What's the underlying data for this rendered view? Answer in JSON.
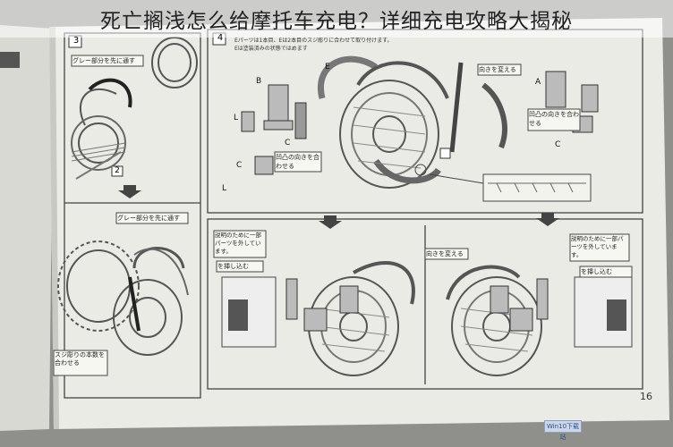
{
  "caption": "死亡搁浅怎么给摩托车充电？详细充电攻略大揭秘",
  "manual": {
    "page_number": "16",
    "step_left": "3",
    "step_left_sub": "2",
    "step_right": "4",
    "label_gray_first": "グレー部分を先に通す",
    "label_gray_first_2": "グレー部分を先に通す",
    "label_screw": "スジ彫りの本数を合わせる",
    "label_change_dir": "向きを変える",
    "label_change_dir_2": "向きを変える",
    "label_bump_a": "凹凸の向きを合わせる",
    "label_bump_b": "凹凸の向きを合わせる",
    "note_a": "説明のために一部パーツを外しています。",
    "note_b": "説明のために一部パーツを外しています。",
    "label_insert": "を挿し込む",
    "label_insert_2": "を挿し込む",
    "top_note_1": "Eパーツは1本目、Eは2本目のスジ彫りに合わせて取り付けます。",
    "top_note_2": "Eは塗装済みの状態ではめます",
    "part_labels": [
      "E",
      "B",
      "L",
      "C",
      "A",
      "C",
      "L",
      "C"
    ]
  },
  "watermark": "Win10下载站"
}
